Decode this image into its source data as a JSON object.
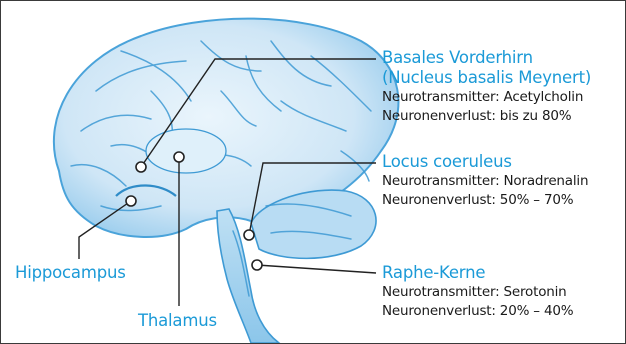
{
  "colors": {
    "accent": "#1b9ad7",
    "text": "#1a1a1a",
    "brain_fill": "#cfe6f6",
    "brain_vessel": "#3e9ad4",
    "border": "#3a3a3a"
  },
  "labels": {
    "basal_forebrain": {
      "title": "Basales Vorderhirn",
      "subtitle": "(Nucleus basalis Meynert)",
      "neurotransmitter": "Neurotransmitter: Acetylcholin",
      "loss": "Neuronenverlust: bis zu 80%"
    },
    "locus_coeruleus": {
      "title": "Locus coeruleus",
      "neurotransmitter": "Neurotransmitter: Noradrenalin",
      "loss": "Neuronenverlust: 50% – 70%"
    },
    "raphe": {
      "title": "Raphe-Kerne",
      "neurotransmitter": "Neurotransmitter: Serotonin",
      "loss": "Neuronenverlust: 20% – 40%"
    },
    "hippocampus": "Hippocampus",
    "thalamus": "Thalamus"
  },
  "illustration": {
    "subject": "brain-sagittal-illustration"
  }
}
